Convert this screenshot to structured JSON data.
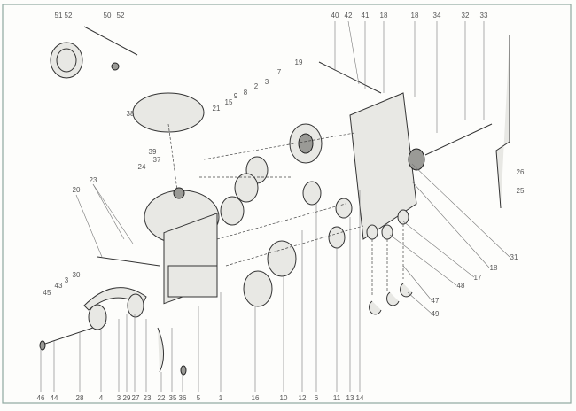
{
  "diagram": {
    "colors": {
      "frame": "#8fa8a0",
      "ink": "#333333",
      "label": "#555555"
    },
    "top_labels": [
      "51",
      "52",
      "50",
      "52",
      "40",
      "42",
      "41",
      "18",
      "18",
      "34",
      "32",
      "33"
    ],
    "left_labels": [
      "38",
      "39",
      "37",
      "24",
      "23",
      "20",
      "21",
      "15",
      "9",
      "8",
      "2",
      "3",
      "7",
      "19",
      "30",
      "3",
      "43",
      "45"
    ],
    "right_labels": [
      "26",
      "25",
      "31",
      "18",
      "17",
      "48",
      "47",
      "49"
    ],
    "bottom_labels": [
      "46",
      "44",
      "28",
      "4",
      "3",
      "29",
      "27",
      "23",
      "22",
      "35",
      "36",
      "5",
      "1",
      "16",
      "10",
      "12",
      "6",
      "11",
      "13",
      "14"
    ]
  }
}
